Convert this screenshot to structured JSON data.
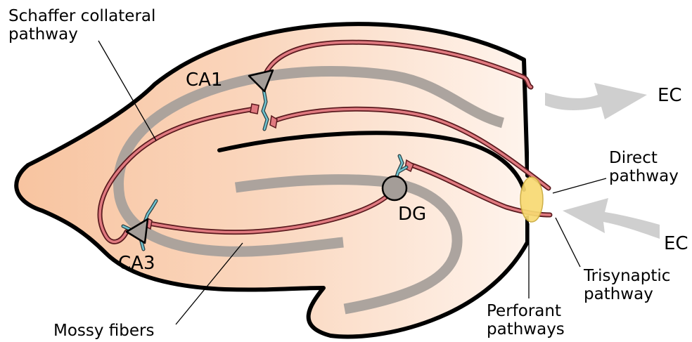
{
  "labels": {
    "schaffer": [
      "Schaffer collateral",
      "pathway"
    ],
    "ca1": "CA1",
    "ca3": "CA3",
    "dg": "DG",
    "ec_top": "EC",
    "ec_bottom": "EC",
    "direct": [
      "Direct",
      "pathway"
    ],
    "trisynaptic": [
      "Trisynaptic",
      "pathway"
    ],
    "perforant": [
      "Perforant",
      "pathways"
    ],
    "mossy": "Mossy fibers"
  },
  "colors": {
    "tissue_left": "#f8c4a0",
    "tissue_right": "#fff6f0",
    "cell_layer": "#a8a09b",
    "axon_fill": "#e07a80",
    "axon_outline": "#5a1a1e",
    "neuron": "#a49d98",
    "dendrite": "#6fc3d0",
    "perforant_zone": "#f8da72",
    "arrow": "#cfcfcf"
  }
}
